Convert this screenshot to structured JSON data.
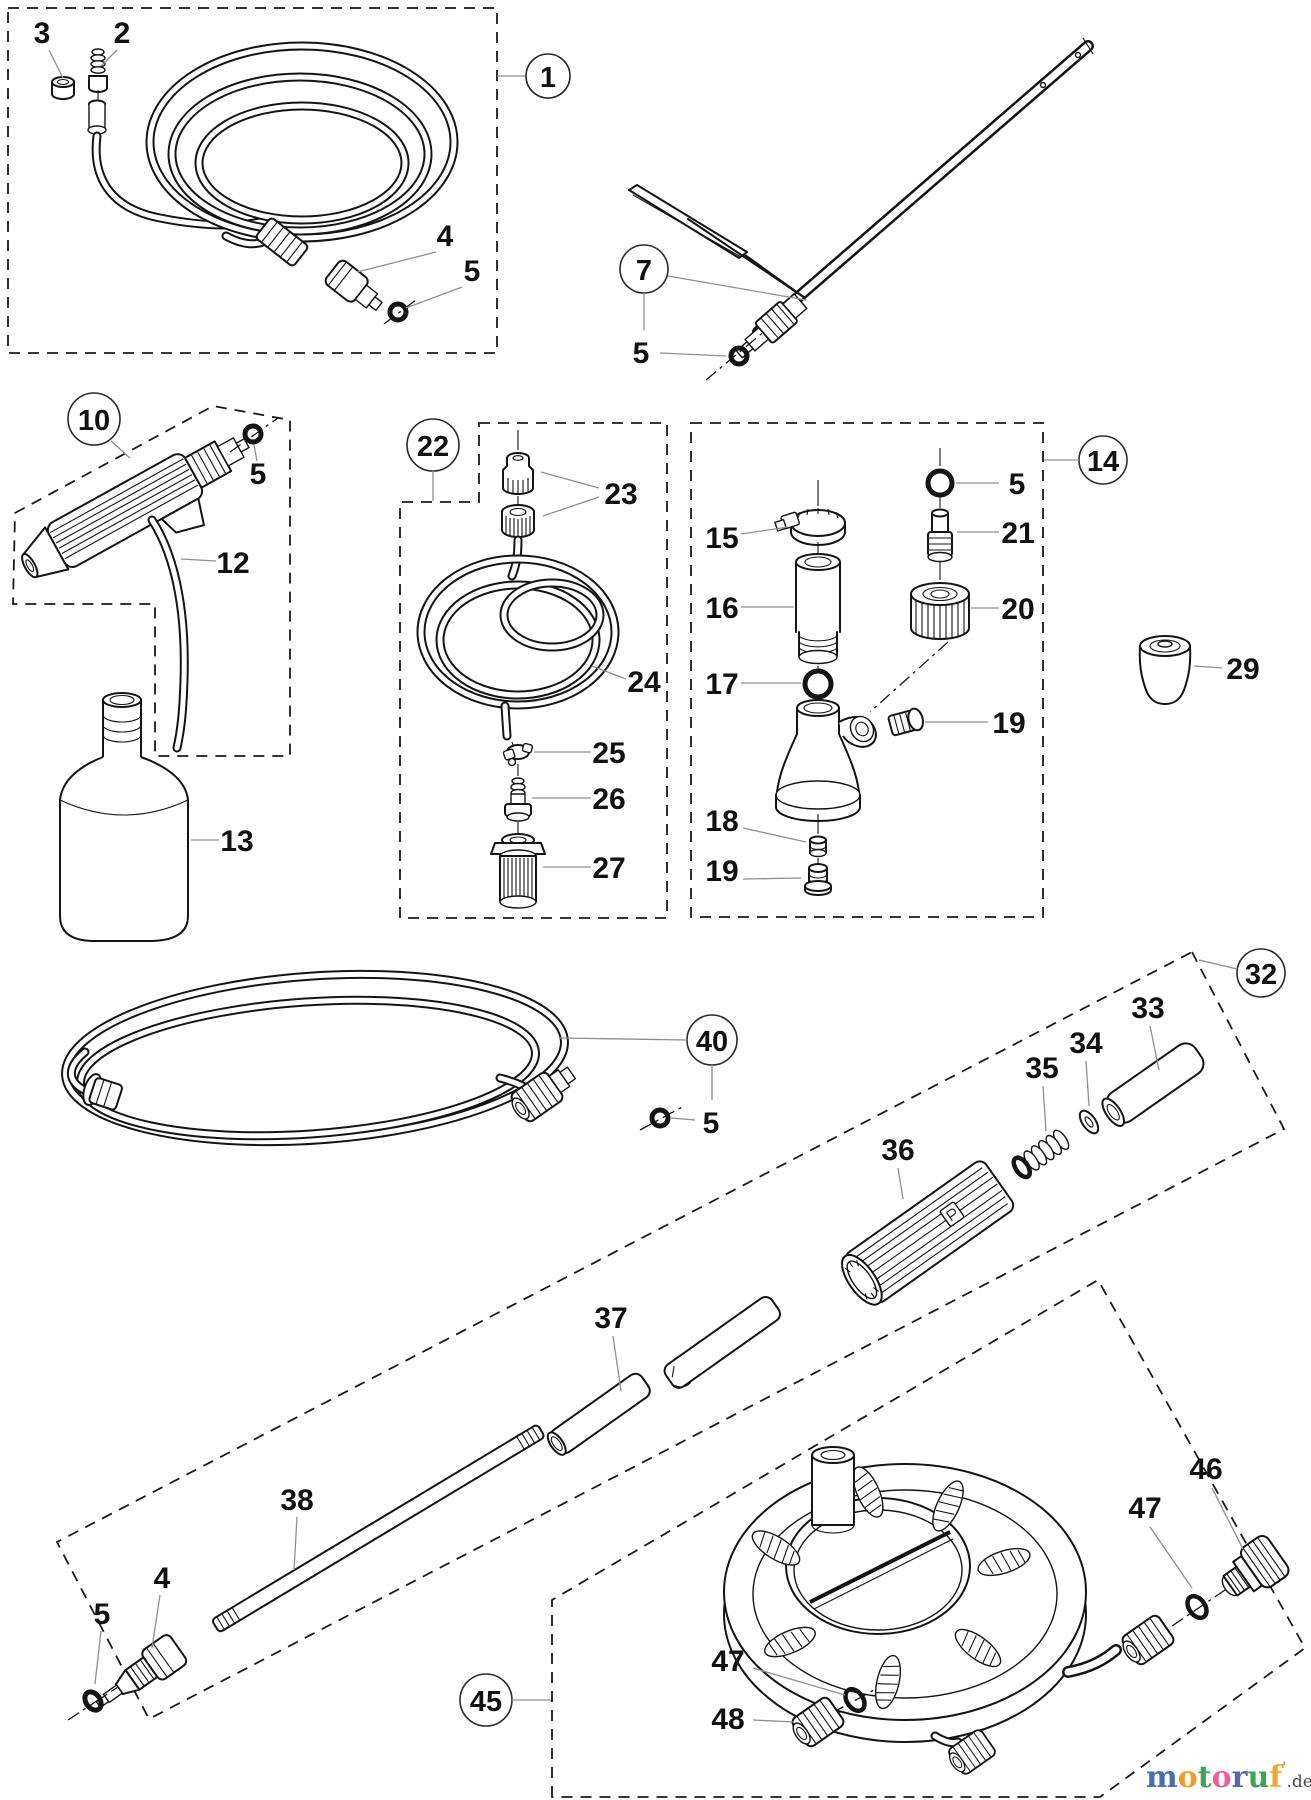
{
  "diagram": {
    "type": "exploded-parts-diagram",
    "background": "#ffffff",
    "line_color": "#141414",
    "leader_color": "#8f8f8f"
  },
  "labels": {
    "n1": "1",
    "n2": "2",
    "n3": "3",
    "n4": "4",
    "n5": "5",
    "n7": "7",
    "n10": "10",
    "n12": "12",
    "n13": "13",
    "n14": "14",
    "n15": "15",
    "n16": "16",
    "n17": "17",
    "n18": "18",
    "n19": "19",
    "n20": "20",
    "n21": "21",
    "n22": "22",
    "n23": "23",
    "n24": "24",
    "n25": "25",
    "n26": "26",
    "n27": "27",
    "n29": "29",
    "n32": "32",
    "n33": "33",
    "n34": "34",
    "n35": "35",
    "n36": "36",
    "n37": "37",
    "n38": "38",
    "n40": "40",
    "n45": "45",
    "n46": "46",
    "n47": "47",
    "n48": "48"
  },
  "watermark": {
    "word": "motoruf",
    "letters": [
      {
        "ch": "m",
        "color": "#4a6db4"
      },
      {
        "ch": "o",
        "color": "#f59b2d"
      },
      {
        "ch": "t",
        "color": "#3fa457"
      },
      {
        "ch": "o",
        "color": "#ec5f99"
      },
      {
        "ch": "r",
        "color": "#5a63ad"
      },
      {
        "ch": "u",
        "color": "#3fa457"
      },
      {
        "ch": "f",
        "color": "#f0a835"
      }
    ],
    "tick": "'",
    "tick_color": "#9a9a9a",
    "suffix": ".de",
    "suffix_color": "#4a4a4a"
  }
}
